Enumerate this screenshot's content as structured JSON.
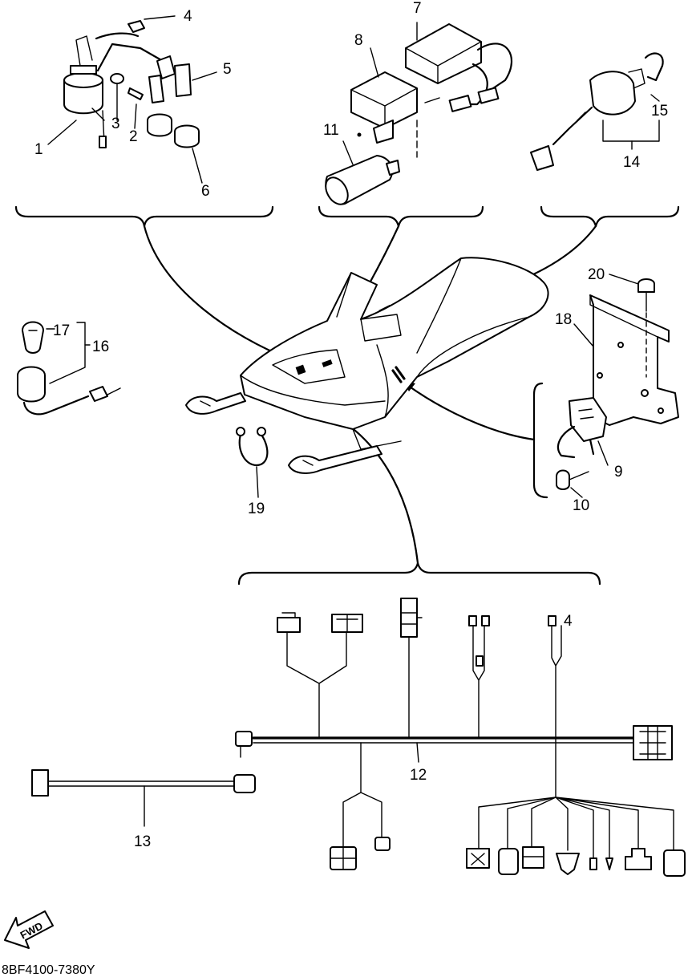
{
  "callouts": [
    {
      "id": "c1",
      "text": "1"
    },
    {
      "id": "c2",
      "text": "2"
    },
    {
      "id": "c3",
      "text": "3"
    },
    {
      "id": "c4",
      "text": "4"
    },
    {
      "id": "c5",
      "text": "5"
    },
    {
      "id": "c6",
      "text": "6"
    },
    {
      "id": "c7",
      "text": "7"
    },
    {
      "id": "c8",
      "text": "8"
    },
    {
      "id": "c9",
      "text": "9"
    },
    {
      "id": "c10",
      "text": "10"
    },
    {
      "id": "c11",
      "text": "11"
    },
    {
      "id": "c12",
      "text": "12"
    },
    {
      "id": "c13",
      "text": "13"
    },
    {
      "id": "c14",
      "text": "14"
    },
    {
      "id": "c15",
      "text": "15"
    },
    {
      "id": "c16",
      "text": "16"
    },
    {
      "id": "c17",
      "text": "17"
    },
    {
      "id": "c18",
      "text": "18"
    },
    {
      "id": "c19",
      "text": "19"
    },
    {
      "id": "c20",
      "text": "20"
    },
    {
      "id": "c4b",
      "text": "4"
    }
  ],
  "direction_arrow_label": "FWD",
  "drawing_code": "8BF4100-7380Y"
}
